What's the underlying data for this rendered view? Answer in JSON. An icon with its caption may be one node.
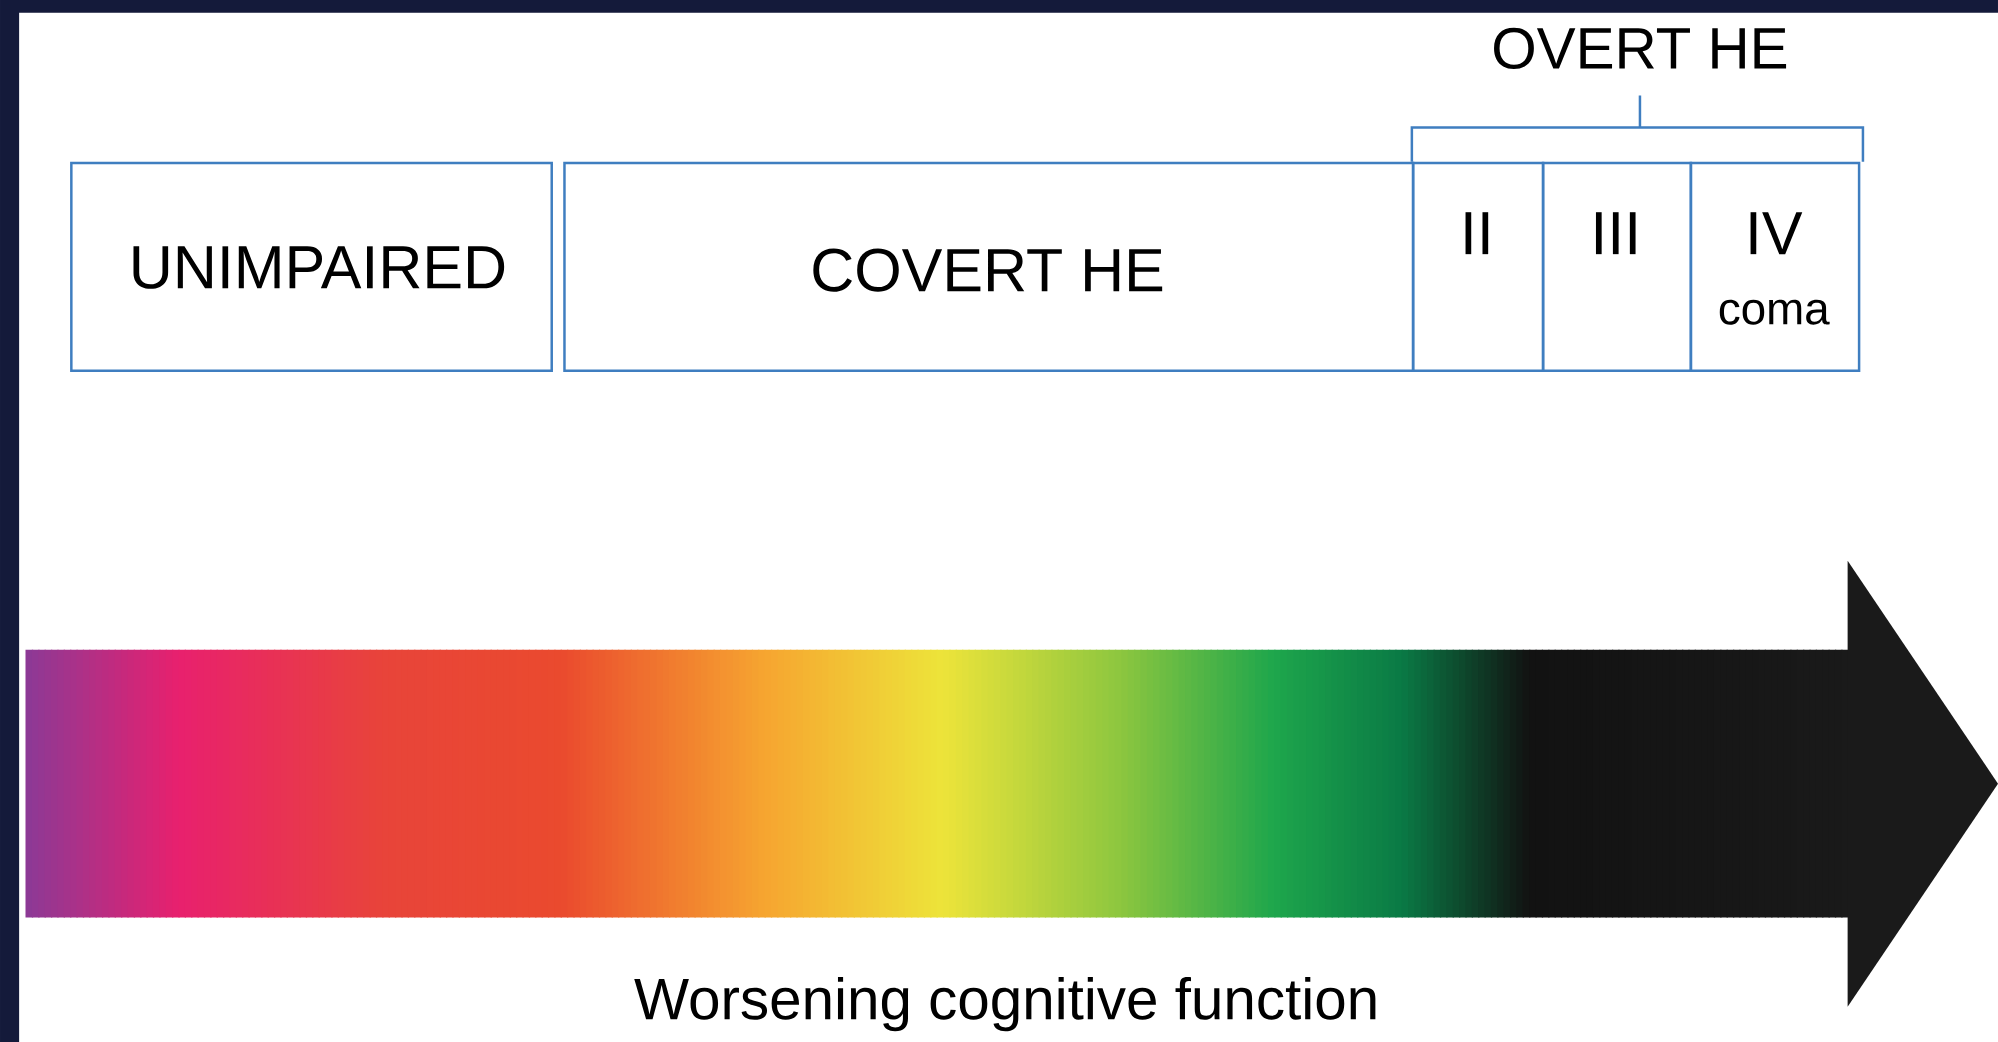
{
  "diagram": {
    "nodes": [
      {
        "text": [
          "UNIMPAIRED"
        ]
      },
      {
        "text": [
          "COVERT HE"
        ]
      },
      {
        "text": [
          "II"
        ]
      },
      {
        "text": [
          "III"
        ]
      },
      {
        "text": [
          "IV",
          "coma"
        ]
      }
    ],
    "labels": [
      "OVERT HE",
      "Worsening cognitive function"
    ]
  }
}
